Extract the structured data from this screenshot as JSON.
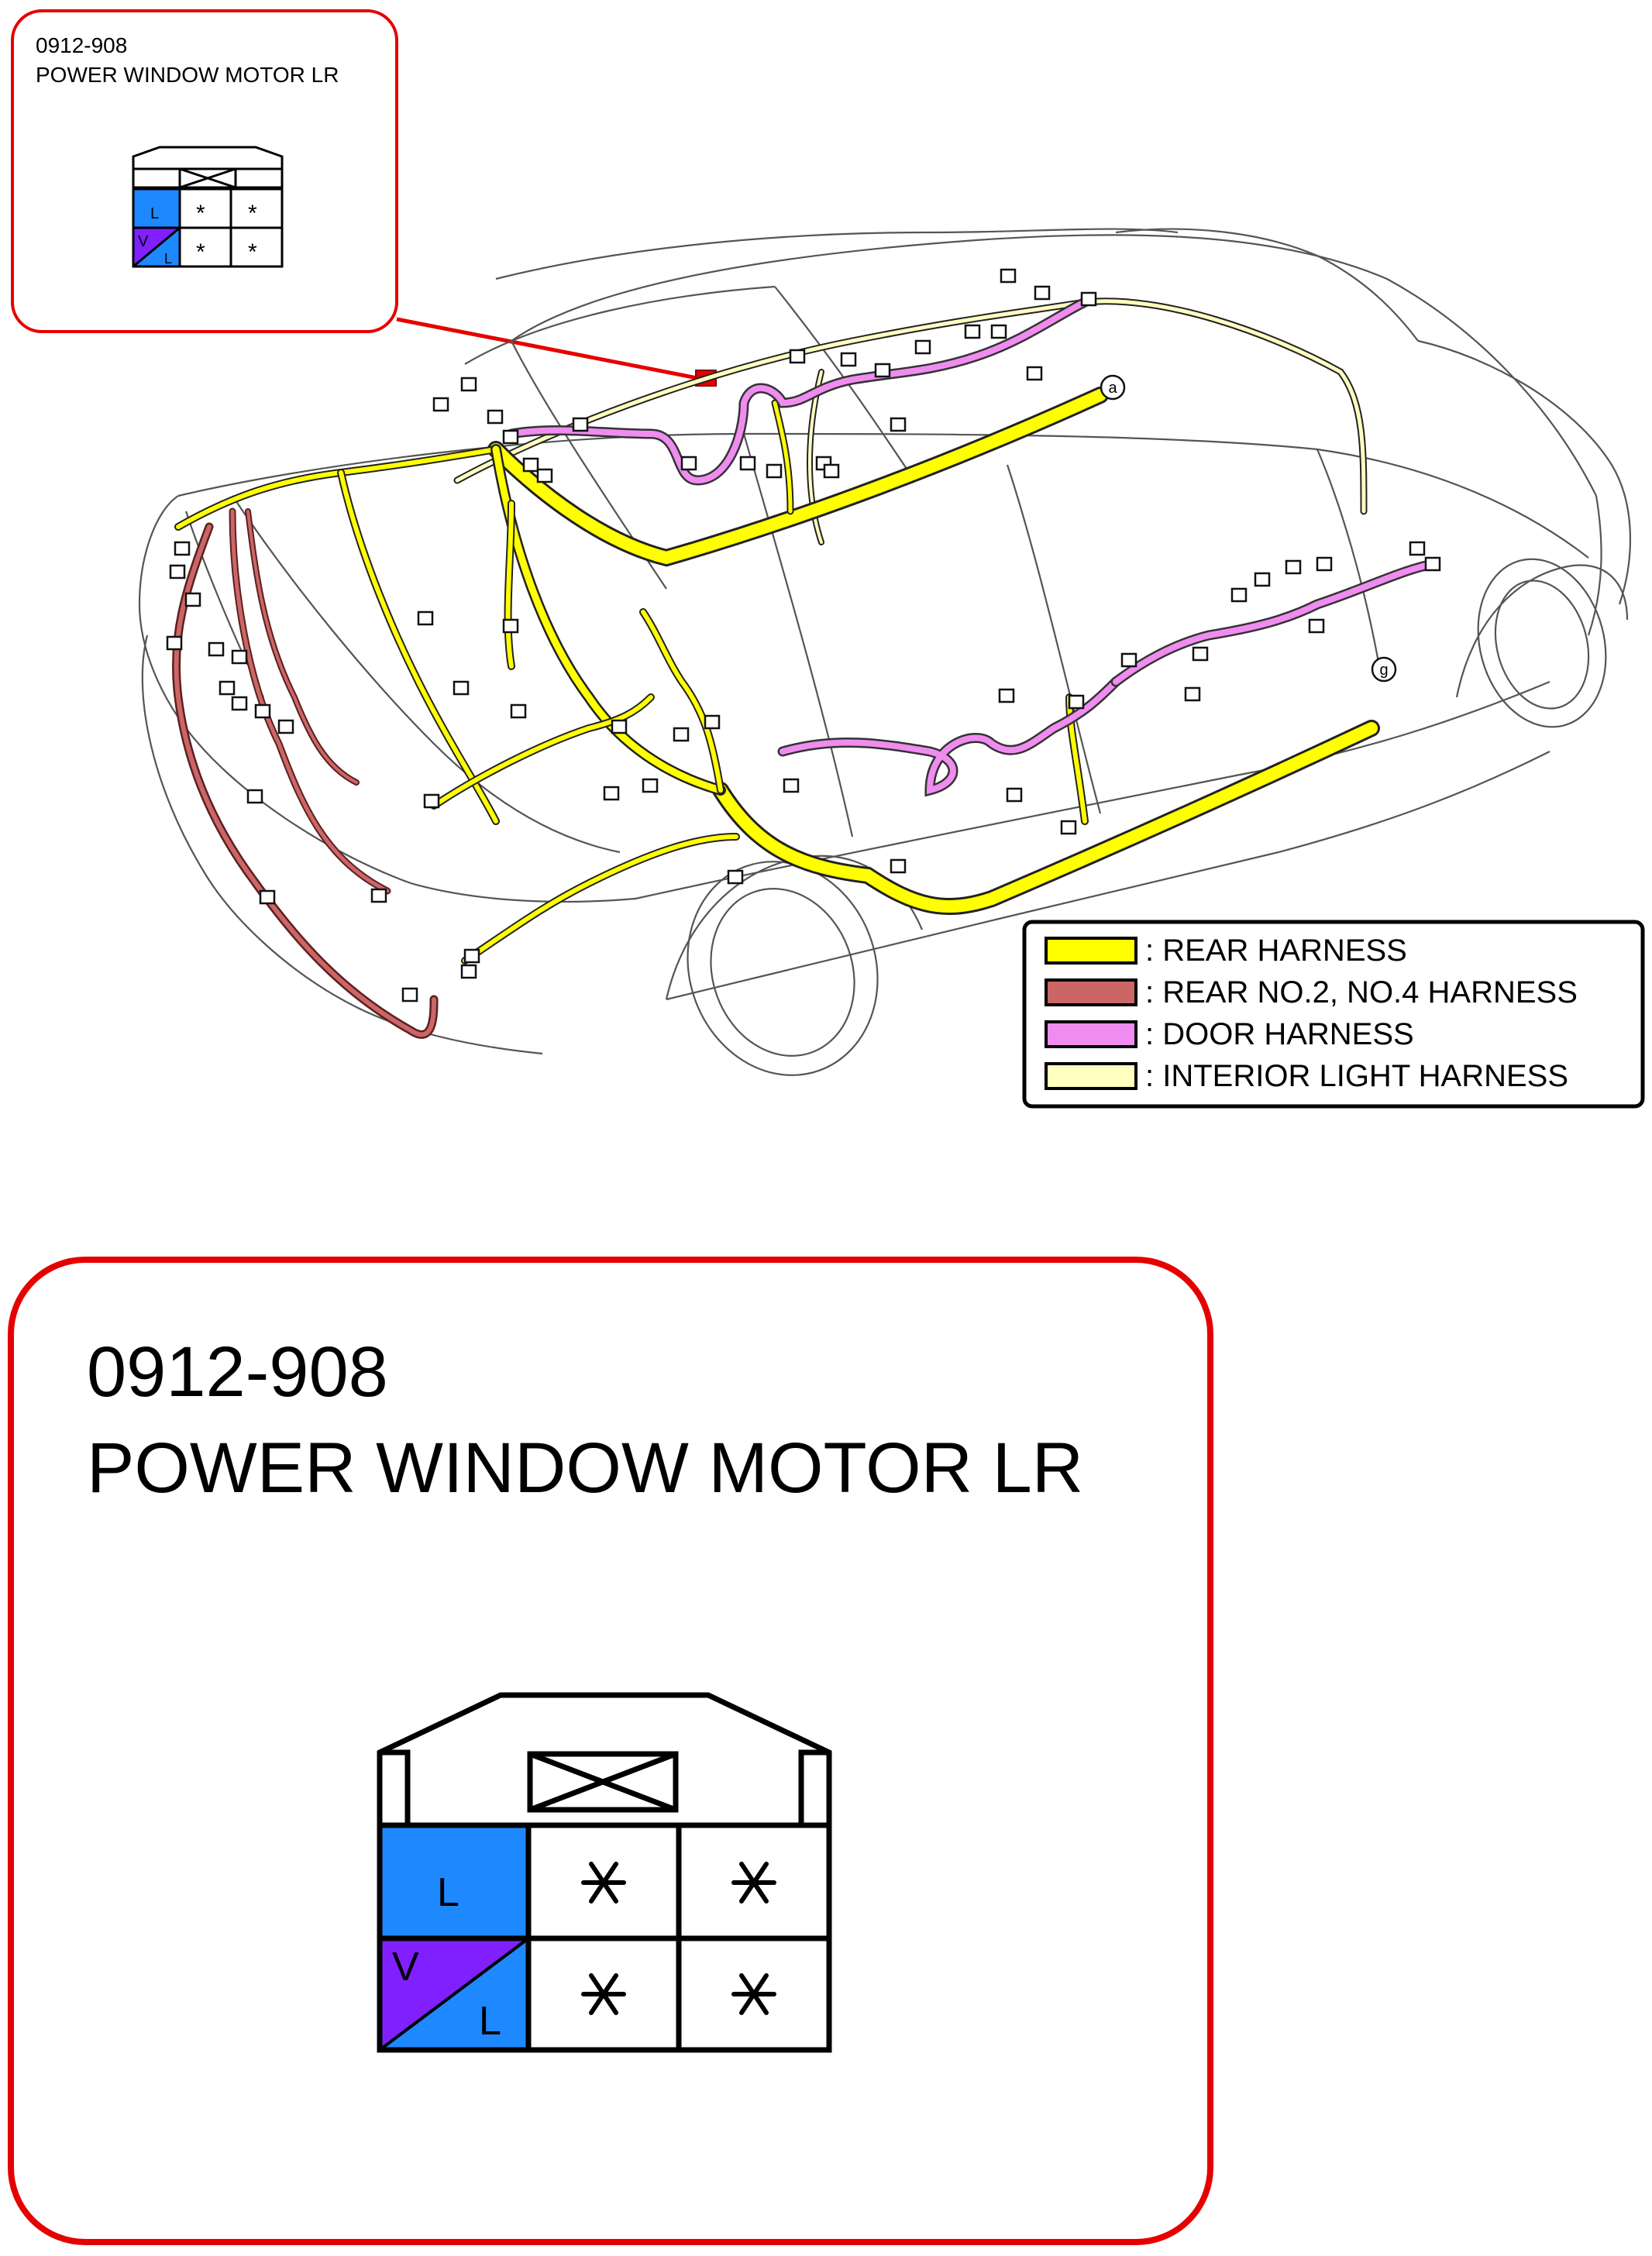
{
  "small_callout": {
    "code": "0912-908",
    "title": "POWER WINDOW MOTOR LR",
    "pins": {
      "p1": "L",
      "p2_top": "V",
      "p2_bottom": "L",
      "unused": "*"
    }
  },
  "large_callout": {
    "code": "0912-908",
    "title": "POWER WINDOW MOTOR LR",
    "pins": {
      "p1": "L",
      "p2_top": "V",
      "p2_bottom": "L"
    }
  },
  "route_markers": {
    "a": "a",
    "g": "g"
  },
  "legend": [
    {
      "color": "#ffff00",
      "label": ": REAR HARNESS"
    },
    {
      "color": "#cc6666",
      "label": ": REAR NO.2, NO.4 HARNESS"
    },
    {
      "color": "#f08cf0",
      "label": ": DOOR HARNESS"
    },
    {
      "color": "#ffffc0",
      "label": ": INTERIOR LIGHT HARNESS"
    }
  ],
  "colors": {
    "callout_border": "#e60000",
    "wire_blue": "#1e88ff",
    "wire_violet": "#8020ff"
  }
}
